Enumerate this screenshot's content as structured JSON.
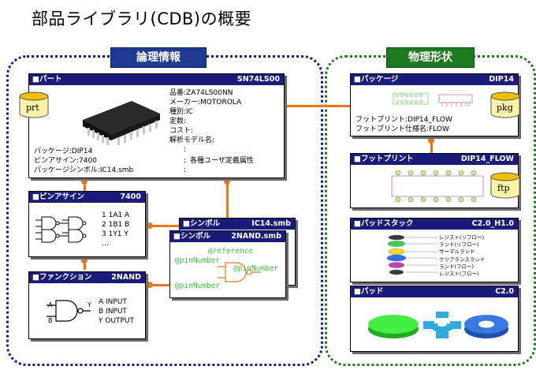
{
  "title": "部品ライブラリ(CDB)の概要",
  "regions": {
    "logical": "論理情報",
    "physical": "物理形状"
  },
  "part": {
    "header_left": "■パート",
    "header_right": "SN74LS00",
    "badge": "prt",
    "left_lines": [
      "パッケージ:DIP14",
      "ピンアサイン:7400",
      "パッケージシンボル:IC14.smb"
    ],
    "right_lines": [
      "品番:ZA74LS00NN",
      "メーカー:MOTOROLA",
      "種別:IC",
      "定数:",
      "コスト:",
      "解析モデル名:",
      ":",
      ":",
      ":"
    ],
    "custom_attr": "各種ユーザ定義属性"
  },
  "pinassign": {
    "header_left": "■ピンアサイン",
    "header_right": "7400",
    "rows": [
      "1 1A1 A",
      "2 1B1 B",
      "3 1Y1 Y",
      "…"
    ]
  },
  "function": {
    "header_left": "■ファンクション",
    "header_right": "2NAND",
    "pins": [
      "A",
      "B",
      "Y"
    ],
    "lines": [
      "A  INPUT",
      "B  INPUT",
      "Y  OUTPUT"
    ]
  },
  "symbol_back": {
    "header_left": "■シンボル",
    "header_right": "IC14.smb"
  },
  "symbol_front": {
    "header_left": "■シンボル",
    "header_right": "2NAND.smb",
    "labels": [
      "@reference",
      "@pinNumber",
      "@pinNumber",
      "@pinNumber"
    ]
  },
  "package": {
    "header_left": "■パッケージ",
    "header_right": "DIP14",
    "badge": "pkg",
    "lines": [
      "フットプリント:DIP14_FLOW",
      "フットプリント仕様名:FLOW"
    ]
  },
  "footprint": {
    "header_left": "■フットプリント",
    "header_right": "DIP14_FLOW",
    "badge": "ftp"
  },
  "padstack": {
    "header_left": "■パッドスタック",
    "header_right": "C2.0_H1.0",
    "layers": [
      "レジスト(リフロー)",
      "ランド(リフロー)",
      "サーマルランド",
      "クリアランスランド",
      "ランド(フロー)",
      "レジスト(フロー)"
    ]
  },
  "pad": {
    "header_left": "■パッド",
    "header_right": "C2.0"
  },
  "colors": {
    "header": "#1b1b7a",
    "connector": "#e8761e",
    "logical_region": "#1f3a93",
    "physical_region": "#1e7a1e",
    "symbol_green": "#3bbf3b",
    "symbol_orange": "#e8761e"
  }
}
